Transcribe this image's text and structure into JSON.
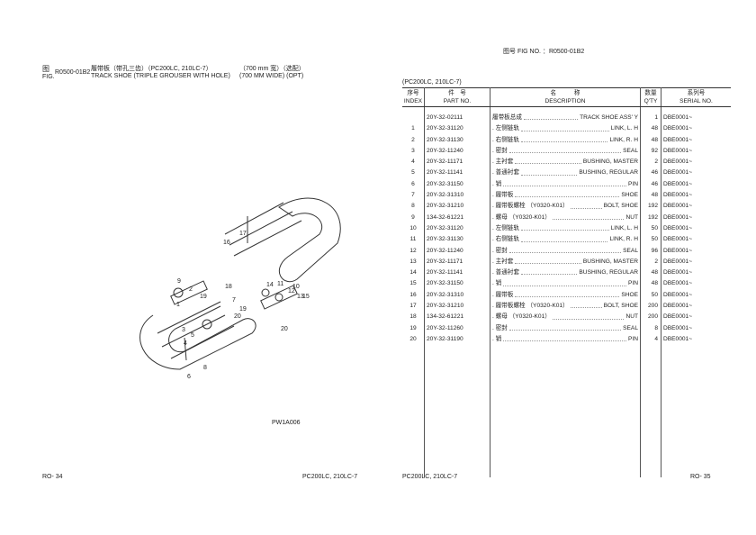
{
  "left": {
    "fig_cn": "图",
    "fig_en": "FIG.",
    "fig_no": "R0500-01B2",
    "title_cn": "履带板（带孔三齿）（PC200LC, 210LC-7）",
    "title_en": "TRACK SHOE (TRIPLE GROUSER WITH HOLE)",
    "width_cn": "（700 mm 宽）（选配）",
    "width_en": "(700 MM WIDE) (OPT)",
    "drawing_code": "PW1A006",
    "callouts": [
      "17",
      "16",
      "9",
      "2",
      "19",
      "1",
      "18",
      "3",
      "5",
      "4",
      "6",
      "8",
      "7",
      "11",
      "12",
      "10",
      "13",
      "15",
      "20",
      "14",
      "19",
      "20"
    ],
    "page_no": "RO- 34",
    "model": "PC200LC, 210LC-7"
  },
  "right": {
    "fig_label": "图号 FIG NO. ：R0500-01B2",
    "model_header": "(PC200LC, 210LC-7)",
    "headers": {
      "index_cn": "序号",
      "index_en": "INDEX",
      "part_cn": "件　号",
      "part_en": "PART NO.",
      "desc_cn": "名　　　称",
      "desc_en": "DESCRIPTION",
      "qty_cn": "数量",
      "qty_en": "Q'TY",
      "serial_cn": "系列号",
      "serial_en": "SERIAL NO."
    },
    "rows": [
      {
        "idx": "",
        "pn": "20Y-32-02111",
        "cn": "履带板总成",
        "en": "TRACK SHOE ASS' Y",
        "qty": "1",
        "sn": "DBE0001~"
      },
      {
        "idx": "1",
        "pn": "20Y-32-31120",
        "cn": ". 左侧链轨",
        "en": "LINK, L. H",
        "qty": "48",
        "sn": "DBE0001~"
      },
      {
        "idx": "2",
        "pn": "20Y-32-31130",
        "cn": ". 右侧链轨",
        "en": "LINK, R. H",
        "qty": "48",
        "sn": "DBE0001~"
      },
      {
        "idx": "3",
        "pn": "20Y-32-11240",
        "cn": ". 密封",
        "en": "SEAL",
        "qty": "92",
        "sn": "DBE0001~"
      },
      {
        "idx": "4",
        "pn": "20Y-32-11171",
        "cn": ". 主衬套",
        "en": "BUSHING, MASTER",
        "qty": "2",
        "sn": "DBE0001~"
      },
      {
        "idx": "5",
        "pn": "20Y-32-11141",
        "cn": ". 普通衬套",
        "en": "BUSHING, REGULAR",
        "qty": "46",
        "sn": "DBE0001~"
      },
      {
        "idx": "6",
        "pn": "20Y-32-31150",
        "cn": ". 销",
        "en": "PIN",
        "qty": "46",
        "sn": "DBE0001~"
      },
      {
        "idx": "7",
        "pn": "20Y-32-31310",
        "cn": ". 履带板",
        "en": "SHOE",
        "qty": "48",
        "sn": "DBE0001~"
      },
      {
        "idx": "8",
        "pn": "20Y-32-31210",
        "cn": ". 履带板螺栓 （Y0320-K01）",
        "en": "BOLT, SHOE",
        "qty": "192",
        "sn": "DBE0001~"
      },
      {
        "idx": "9",
        "pn": "134-32-61221",
        "cn": ". 螺母 （Y0320-K01）",
        "en": "NUT",
        "qty": "192",
        "sn": "DBE0001~"
      },
      {
        "idx": "10",
        "pn": "20Y-32-31120",
        "cn": ". 左侧链轨",
        "en": "LINK, L. H",
        "qty": "50",
        "sn": "DBE0001~"
      },
      {
        "idx": "11",
        "pn": "20Y-32-31130",
        "cn": ". 右侧链轨",
        "en": "LINK, R. H",
        "qty": "50",
        "sn": "DBE0001~"
      },
      {
        "idx": "12",
        "pn": "20Y-32-11240",
        "cn": ". 密封",
        "en": "SEAL",
        "qty": "96",
        "sn": "DBE0001~"
      },
      {
        "idx": "13",
        "pn": "20Y-32-11171",
        "cn": ". 主衬套",
        "en": "BUSHING, MASTER",
        "qty": "2",
        "sn": "DBE0001~"
      },
      {
        "idx": "14",
        "pn": "20Y-32-11141",
        "cn": ". 普通衬套",
        "en": "BUSHING, REGULAR",
        "qty": "48",
        "sn": "DBE0001~"
      },
      {
        "idx": "15",
        "pn": "20Y-32-31150",
        "cn": ". 销",
        "en": "PIN",
        "qty": "48",
        "sn": "DBE0001~"
      },
      {
        "idx": "16",
        "pn": "20Y-32-31310",
        "cn": ". 履带板",
        "en": "SHOE",
        "qty": "50",
        "sn": "DBE0001~"
      },
      {
        "idx": "17",
        "pn": "20Y-32-31210",
        "cn": ". 履带板螺栓 （Y0320-K01）",
        "en": "BOLT, SHOE",
        "qty": "200",
        "sn": "DBE0001~"
      },
      {
        "idx": "18",
        "pn": "134-32-61221",
        "cn": ". 螺母 （Y0320-K01）",
        "en": "NUT",
        "qty": "200",
        "sn": "DBE0001~"
      },
      {
        "idx": "19",
        "pn": "20Y-32-11260",
        "cn": ". 密封",
        "en": "SEAL",
        "qty": "8",
        "sn": "DBE0001~"
      },
      {
        "idx": "20",
        "pn": "20Y-32-31190",
        "cn": ". 销",
        "en": "PIN",
        "qty": "4",
        "sn": "DBE0001~"
      }
    ],
    "model": "PC200LC, 210LC-7",
    "page_no": "RO- 35"
  }
}
